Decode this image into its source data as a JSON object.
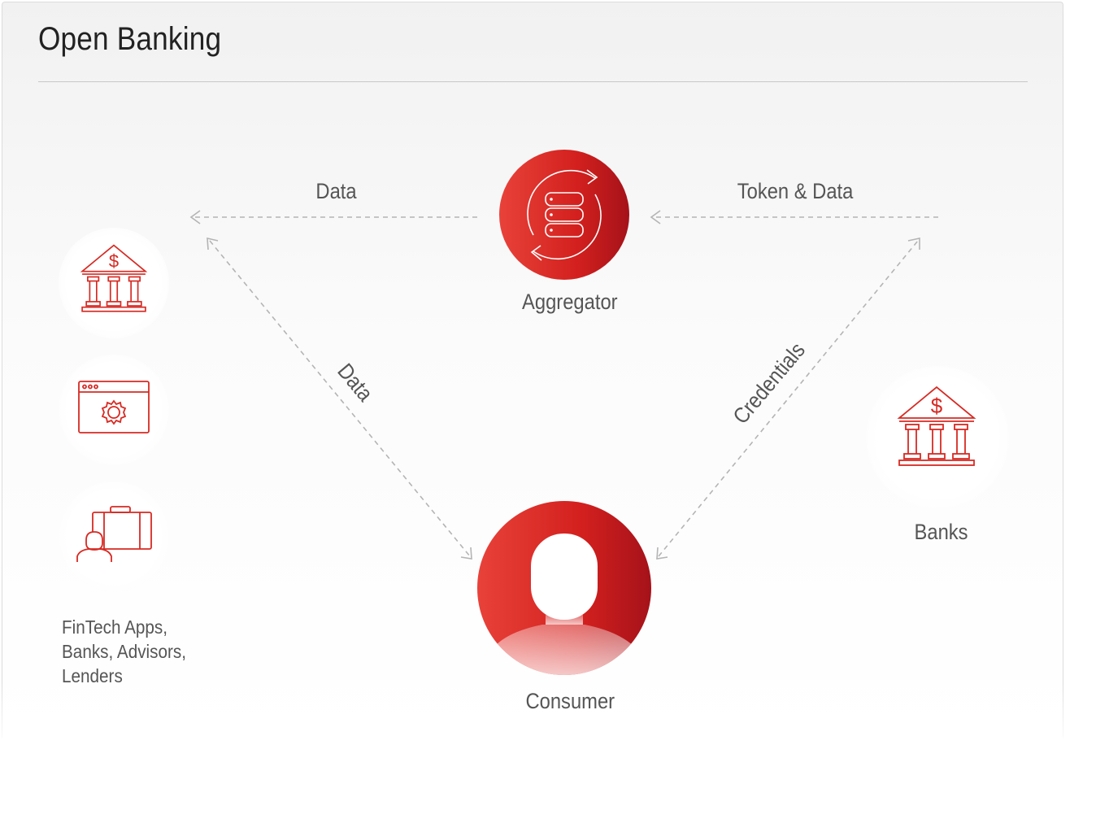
{
  "title": "Open Banking",
  "colors": {
    "accent": "#d72a23",
    "accent_dark": "#a5121a",
    "line": "#b4b4b4"
  },
  "nodes": {
    "aggregator": {
      "label": "Aggregator",
      "icon": "server-sync-icon"
    },
    "consumer": {
      "label": "Consumer",
      "icon": "person-icon"
    },
    "banks": {
      "label": "Banks",
      "icon": "bank-icon"
    },
    "fintech": {
      "label_lines": [
        "FinTech Apps,",
        "Banks, Advisors,",
        "Lenders"
      ],
      "icons": [
        "bank-icon",
        "app-settings-icon",
        "advisor-briefcase-icon"
      ]
    }
  },
  "edges": {
    "aggregator_to_fintech": "Data",
    "banks_to_aggregator": "Token & Data",
    "fintech_consumer": "Data",
    "consumer_banks": "Credentials"
  }
}
